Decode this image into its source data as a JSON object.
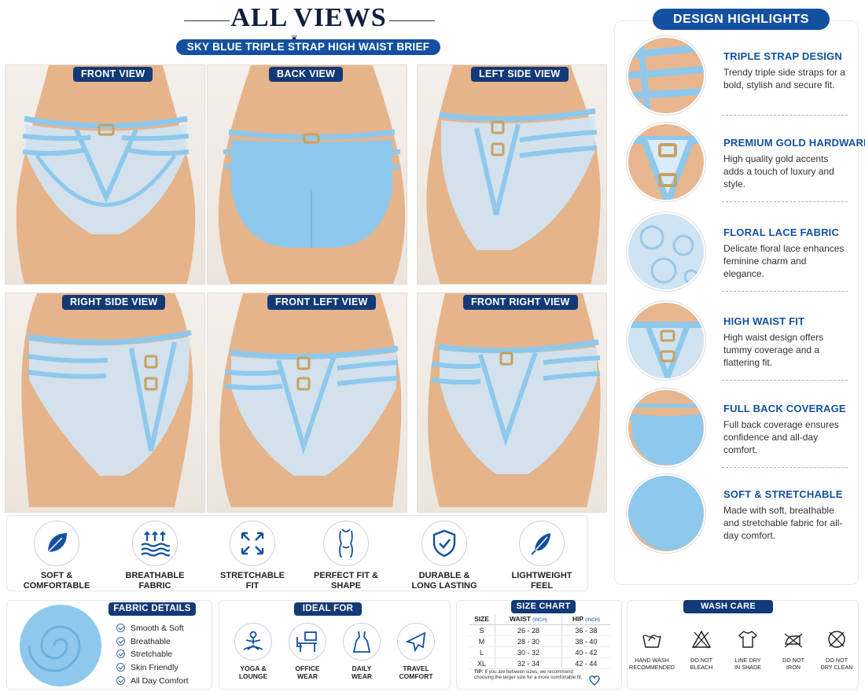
{
  "header": {
    "title": "ALL VIEWS",
    "subtitle": "SKY BLUE TRIPLE STRAP HIGH WAIST BRIEF"
  },
  "colors": {
    "navy": "#123a78",
    "brand_blue": "#1450a0",
    "sky_blue": "#8ec8ec",
    "skin": "#e7b68d"
  },
  "views": [
    {
      "label": "FRONT VIEW"
    },
    {
      "label": "BACK VIEW"
    },
    {
      "label": "LEFT SIDE VIEW"
    },
    {
      "label": "RIGHT SIDE VIEW"
    },
    {
      "label": "FRONT LEFT VIEW"
    },
    {
      "label": "FRONT RIGHT VIEW"
    }
  ],
  "highlights": {
    "title": "DESIGN HIGHLIGHTS",
    "items": [
      {
        "title": "TRIPLE STRAP DESIGN",
        "desc": "Trendy triple side straps for a bold, stylish and secure fit."
      },
      {
        "title": "PREMIUM GOLD HARDWARE",
        "desc": "High quality gold accents adds a touch of luxury and style."
      },
      {
        "title": "FLORAL LACE FABRIC",
        "desc": "Delicate floral lace enhances feminine charm and elegance."
      },
      {
        "title": "HIGH WAIST FIT",
        "desc": "High waist design offers tummy coverage and a flattering fit."
      },
      {
        "title": "FULL BACK COVERAGE",
        "desc": "Full back coverage ensures confidence and all-day comfort."
      },
      {
        "title": "SOFT & STRETCHABLE",
        "desc": "Made with soft, breathable and stretchable fabric for all-day comfort."
      }
    ]
  },
  "features": [
    {
      "line1": "SOFT &",
      "line2": "COMFORTABLE",
      "icon": "leaf-icon"
    },
    {
      "line1": "BREATHABLE",
      "line2": "FABRIC",
      "icon": "airflow-icon"
    },
    {
      "line1": "STRETCHABLE",
      "line2": "FIT",
      "icon": "expand-arrows-icon"
    },
    {
      "line1": "PERFECT FIT &",
      "line2": "SHAPE",
      "icon": "body-silhouette-icon"
    },
    {
      "line1": "DURABLE &",
      "line2": "LONG LASTING",
      "icon": "shield-check-icon"
    },
    {
      "line1": "LIGHTWEIGHT",
      "line2": "FEEL",
      "icon": "feather-icon"
    }
  ],
  "fabric_details": {
    "title": "FABRIC DETAILS",
    "items": [
      "Smooth & Soft",
      "Breathable",
      "Stretchable",
      "Skin Friendly",
      "All Day Comfort"
    ]
  },
  "ideal_for": {
    "title": "IDEAL FOR",
    "items": [
      {
        "line1": "YOGA &",
        "line2": "LOUNGE",
        "icon": "yoga-icon"
      },
      {
        "line1": "OFFICE",
        "line2": "WEAR",
        "icon": "office-desk-icon"
      },
      {
        "line1": "DAILY",
        "line2": "WEAR",
        "icon": "dress-icon"
      },
      {
        "line1": "TRAVEL",
        "line2": "COMFORT",
        "icon": "airplane-icon"
      }
    ]
  },
  "size_chart": {
    "title": "SIZE CHART",
    "headers": {
      "size": "SIZE",
      "waist": "WAIST",
      "hip": "HIP",
      "unit": "(INCH)"
    },
    "rows": [
      {
        "size": "S",
        "waist": "26 - 28",
        "hip": "36 - 38"
      },
      {
        "size": "M",
        "waist": "28 - 30",
        "hip": "38 - 40"
      },
      {
        "size": "L",
        "waist": "30 - 32",
        "hip": "40 - 42"
      },
      {
        "size": "XL",
        "waist": "32 - 34",
        "hip": "42 - 44"
      }
    ],
    "tip_label": "TIP:",
    "tip_text": "If you are between sizes, we recommend choosing the larger size for a more comfortable fit."
  },
  "wash_care": {
    "title": "WASH CARE",
    "items": [
      {
        "line1": "HAND WASH",
        "line2": "RECOMMENDED",
        "icon": "hand-wash-icon"
      },
      {
        "line1": "DO NOT",
        "line2": "BLEACH",
        "icon": "no-bleach-icon"
      },
      {
        "line1": "LINE DRY",
        "line2": "IN SHADE",
        "icon": "line-dry-icon"
      },
      {
        "line1": "DO NOT",
        "line2": "IRON",
        "icon": "no-iron-icon"
      },
      {
        "line1": "DO NOT",
        "line2": "DRY CLEAN",
        "icon": "no-dry-clean-icon"
      }
    ]
  }
}
